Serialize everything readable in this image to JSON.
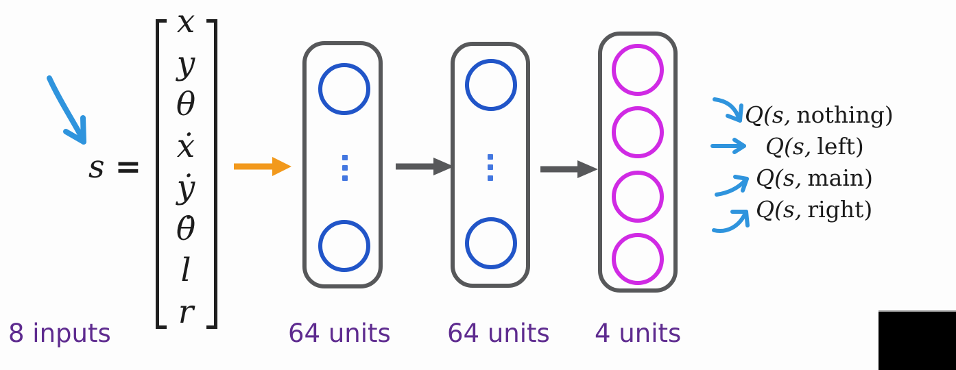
{
  "equation": {
    "symbol": "s",
    "equals": "=",
    "entries": [
      "x",
      "y",
      "θ",
      "ẋ",
      "ẏ",
      "θ̇",
      "l",
      "r"
    ]
  },
  "labels": {
    "inputs": "8 inputs",
    "layer1_units": "64 units",
    "layer2_units": "64 units",
    "layer3_units": "4 units"
  },
  "outputs": [
    {
      "fn": "Q(s,",
      "action": "nothing)"
    },
    {
      "fn": "Q(s,",
      "action": "left)"
    },
    {
      "fn": "Q(s,",
      "action": "main)"
    },
    {
      "fn": "Q(s,",
      "action": "right)"
    }
  ],
  "icons": {
    "annotation_arrow": "hand-drawn-curved-arrow-down-right",
    "input_arrow": "solid-right-arrow",
    "flow_arrow_1": "solid-right-arrow",
    "flow_arrow_2": "solid-right-arrow",
    "q_arrow_1": "hand-drawn-arrow-down-right",
    "q_arrow_2": "hand-drawn-arrow-right",
    "q_arrow_3": "hand-drawn-arrow-up-right",
    "q_arrow_4": "hand-drawn-curved-arrow-up-right",
    "ellipsis": "vertical-dots"
  },
  "colors": {
    "hidden_neuron": "#2155c8",
    "output_neuron": "#d02ae4",
    "ellipsis_dot": "#4377e0",
    "layer_border": "#57585a",
    "flow_arrow": "#57585a",
    "input_arrow": "#f2991c",
    "annotation_arrow": "#2f94dd",
    "units_text": "#5e2b8f",
    "math_text": "#1c1c1c",
    "corner_block": "#000000"
  }
}
